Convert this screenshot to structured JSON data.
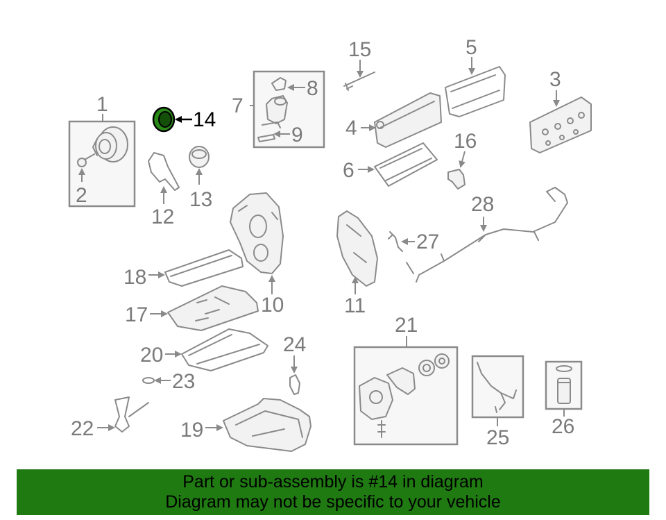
{
  "highlight_part": "14",
  "colors": {
    "banner": "#1f7a12",
    "highlight": "#1a6d0f",
    "part_stroke": "#8a8a8a"
  },
  "callouts": {
    "c1": "1",
    "c2": "2",
    "c3": "3",
    "c4": "4",
    "c5": "5",
    "c6": "6",
    "c7": "7",
    "c8": "8",
    "c9": "9",
    "c10": "10",
    "c11": "11",
    "c12": "12",
    "c13": "13",
    "c14": "14",
    "c15": "15",
    "c16": "16",
    "c17": "17",
    "c18": "18",
    "c19": "19",
    "c20": "20",
    "c21": "21",
    "c22": "22",
    "c23": "23",
    "c24": "24",
    "c25": "25",
    "c26": "26",
    "c27": "27",
    "c28": "28"
  },
  "banner": {
    "line1": "Part or sub-assembly is #14 in diagram",
    "line2": "Diagram may not be specific to your vehicle"
  }
}
